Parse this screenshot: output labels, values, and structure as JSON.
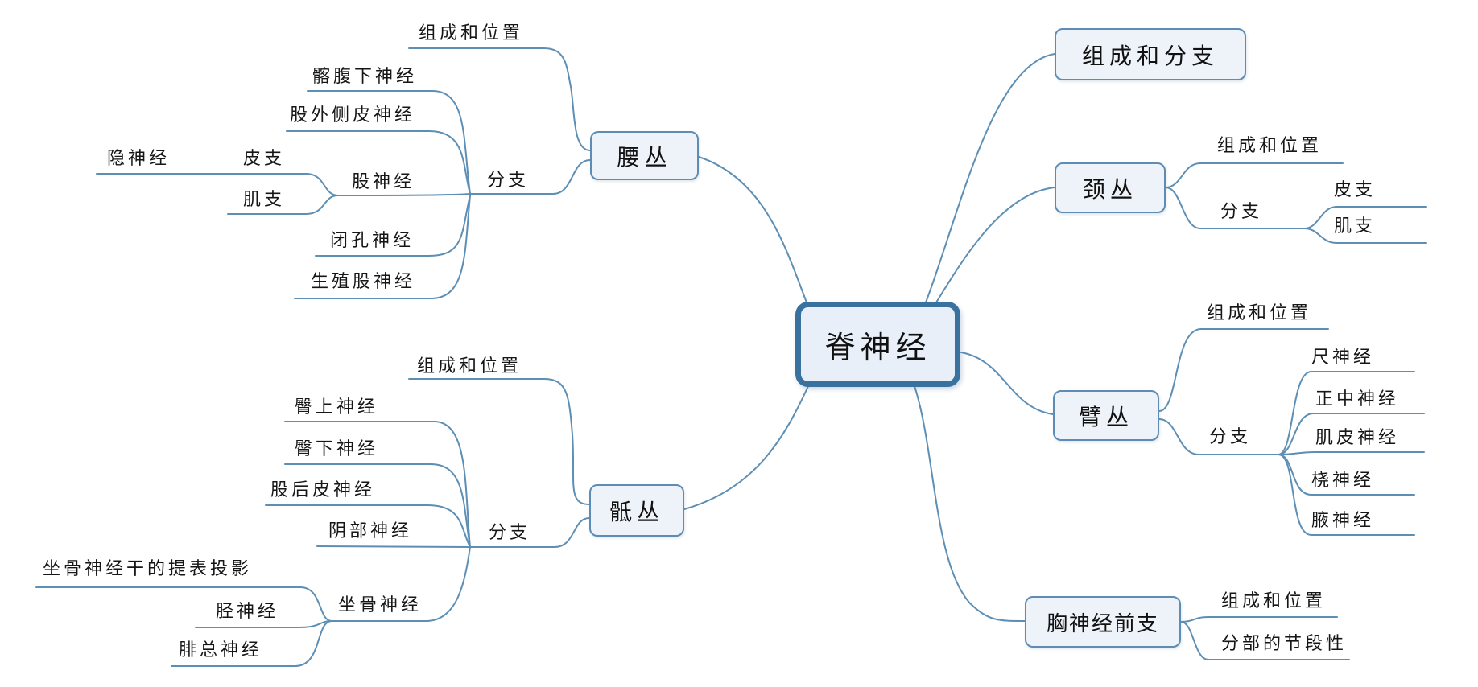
{
  "colors": {
    "line": "#5d8fb5",
    "box_border": "#5e8cb4",
    "box_fill": "#eef3fa",
    "center_border": "#39719f",
    "center_fill": "#e8eff8",
    "text": "#161616"
  },
  "center": {
    "label": "脊神经"
  },
  "right": {
    "composition": {
      "label": "组成和分支"
    },
    "cervical": {
      "label": "颈丛",
      "composition": "组成和位置",
      "branches": "分支",
      "cutaneous": "皮支",
      "muscular": "肌支"
    },
    "brachial": {
      "label": "臂丛",
      "composition": "组成和位置",
      "branches": "分支",
      "ulnar": "尺神经",
      "median": "正中神经",
      "musculocutaneous": "肌皮神经",
      "radial": "桡神经",
      "axillary": "腋神经"
    },
    "thoracic": {
      "label": "胸神经前支",
      "composition": "组成和位置",
      "segmentation": "分部的节段性"
    }
  },
  "left": {
    "lumbar": {
      "label": "腰丛",
      "composition": "组成和位置",
      "branches": "分支",
      "iliohypogastric": "髂腹下神经",
      "lateral_femoral_cutaneous": "股外侧皮神经",
      "femoral": "股神经",
      "cutaneous": "皮支",
      "muscular": "肌支",
      "saphenous": "隐神经",
      "obturator": "闭孔神经",
      "genitofemoral": "生殖股神经"
    },
    "sacral": {
      "label": "骶丛",
      "composition": "组成和位置",
      "branches": "分支",
      "superior_gluteal": "臀上神经",
      "inferior_gluteal": "臀下神经",
      "posterior_femoral_cutaneous": "股后皮神经",
      "pudendal": "阴部神经",
      "sciatic": "坐骨神经",
      "sciatic_surface_projection": "坐骨神经干的提表投影",
      "tibial": "胫神经",
      "common_peroneal": "腓总神经"
    }
  }
}
